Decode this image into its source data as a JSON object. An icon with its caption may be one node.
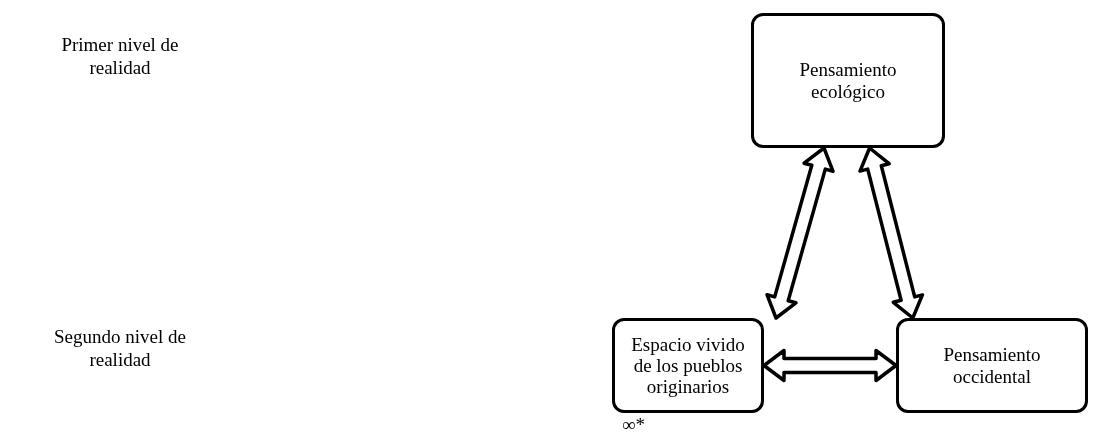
{
  "diagram": {
    "nodes": [
      {
        "text": [
          "Pensamiento ecológico"
        ]
      },
      {
        "text": [
          "Espacio vivido de los pueblos originarios"
        ],
        "beside": [
          "∞*"
        ]
      },
      {
        "text": [
          "Pensamiento occidental"
        ]
      }
    ],
    "edges": [
      {
        "from": 1,
        "to": 0,
        "arrow": "both"
      },
      {
        "from": 0,
        "to": 2,
        "arrow": "both"
      },
      {
        "from": 1,
        "to": 2,
        "arrow": "both"
      }
    ],
    "labels": [
      "Primer nivel de realidad",
      "Segundo nivel de realidad"
    ]
  }
}
